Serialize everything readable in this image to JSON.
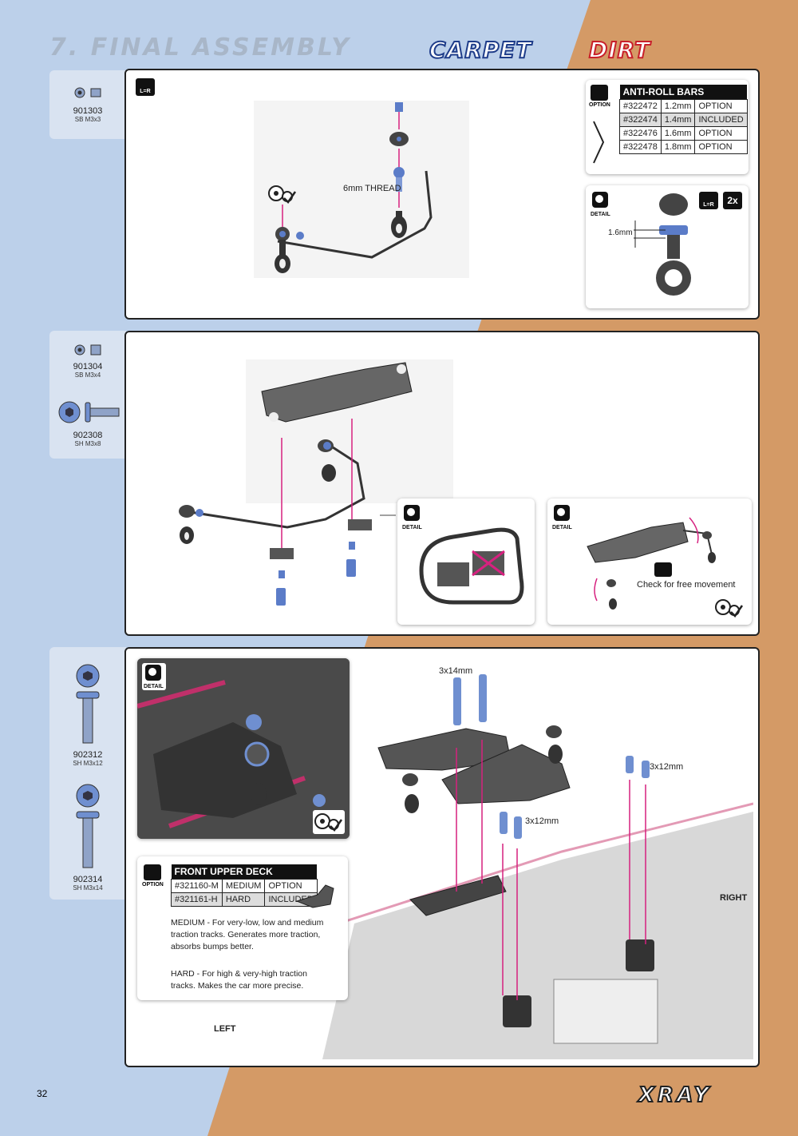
{
  "header": {
    "title": "7. FINAL ASSEMBLY",
    "brand_carpet": "CARPET",
    "brand_dirt": "DIRT"
  },
  "step1": {
    "parts": [
      {
        "code": "901303",
        "size": "SB M3x3"
      }
    ],
    "label_thread": "6mm THREAD",
    "option_table": {
      "badge": "OPTION",
      "title": "ANTI-ROLL BARS",
      "rows": [
        {
          "code": "#322472",
          "size": "1.2mm",
          "status": "OPTION"
        },
        {
          "code": "#322474",
          "size": "1.4mm",
          "status": "INCLUDED"
        },
        {
          "code": "#322476",
          "size": "1.6mm",
          "status": "OPTION"
        },
        {
          "code": "#322478",
          "size": "1.8mm",
          "status": "OPTION"
        }
      ]
    },
    "detail": {
      "badge": "DETAIL",
      "gap": "1.6mm",
      "lr": "L=R",
      "count": "2x"
    },
    "lr": "L=R"
  },
  "step2": {
    "parts": [
      {
        "code": "901304",
        "size": "SB M3x4"
      },
      {
        "code": "902308",
        "size": "SH M3x8"
      }
    ],
    "detail_badge": "DETAIL",
    "free_movement": "Check for free movement"
  },
  "step3": {
    "parts": [
      {
        "code": "902312",
        "size": "SH M3x12"
      },
      {
        "code": "902314",
        "size": "SH M3x14"
      }
    ],
    "detail_badge": "DETAIL",
    "screw_labels": {
      "a": "3x14mm",
      "b": "3x12mm",
      "c": "3x12mm"
    },
    "right": "RIGHT",
    "left": "LEFT",
    "option_table": {
      "badge": "OPTION",
      "title": "FRONT UPPER DECK",
      "rows": [
        {
          "code": "#321160-M",
          "size": "MEDIUM",
          "status": "OPTION"
        },
        {
          "code": "#321161-H",
          "size": "HARD",
          "status": "INCLUDED"
        }
      ],
      "note_medium": "MEDIUM - For very-low, low and medium traction tracks. Generates more traction, absorbs bumps better.",
      "note_hard": "HARD - For high & very-high traction tracks. Makes the car more precise."
    }
  },
  "footer": {
    "page": "32",
    "logo": "XRAY"
  },
  "colors": {
    "blue_bg": "#bcd0ea",
    "orange_bg": "#d49a66",
    "screw_blue": "#5b7cc8",
    "magenta_arrow": "#d6217f"
  }
}
